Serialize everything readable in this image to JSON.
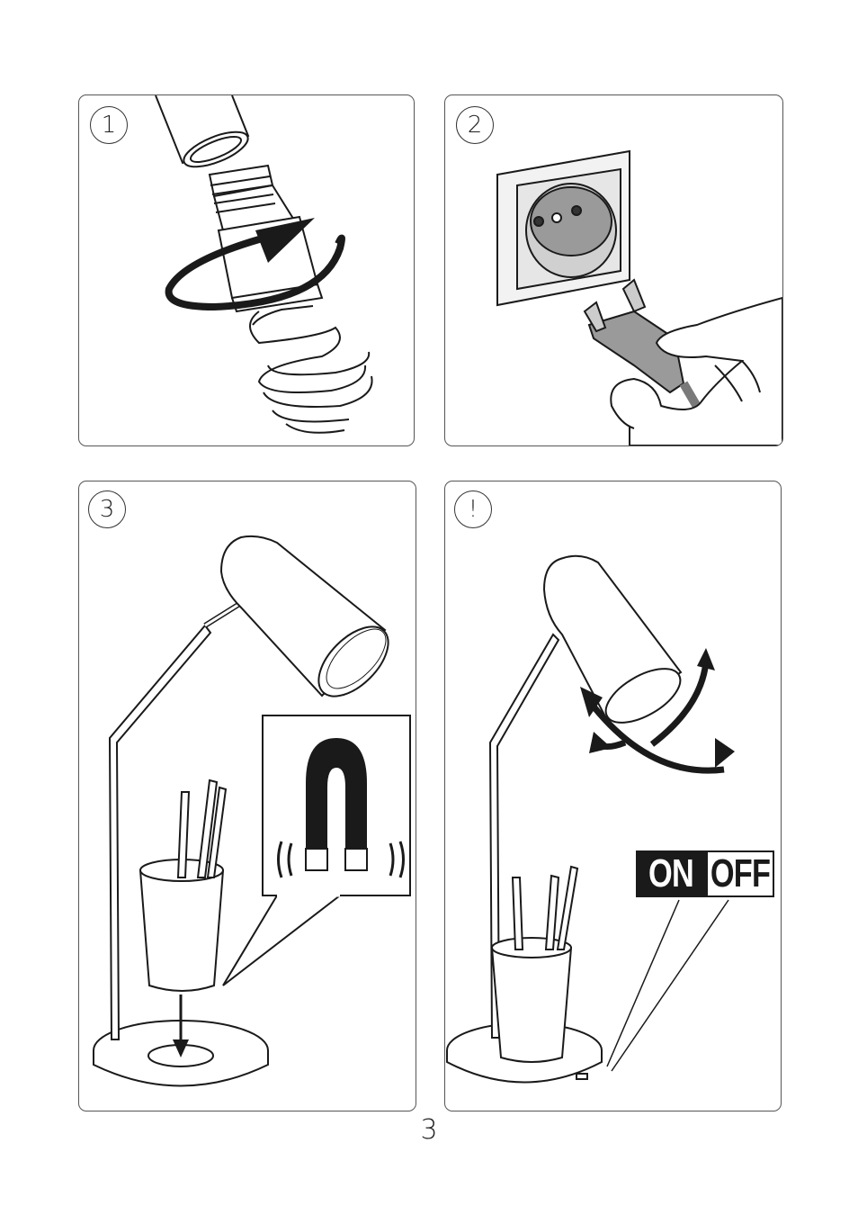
{
  "steps": [
    {
      "badge": "1",
      "topic": "insert-bulb"
    },
    {
      "badge": "2",
      "topic": "plug-into-socket"
    },
    {
      "badge": "3",
      "topic": "magnetic-base"
    },
    {
      "badge": "!",
      "topic": "adjust-and-switch"
    }
  ],
  "switch": {
    "on_label": "ON",
    "off_label": "OFF"
  },
  "page_number": "3",
  "colors": {
    "line": "#1a1a1a",
    "socket_gray": "#d9d9d9",
    "socket_dark": "#9a9a9a",
    "switch_on_bg": "#1a1a1a"
  }
}
